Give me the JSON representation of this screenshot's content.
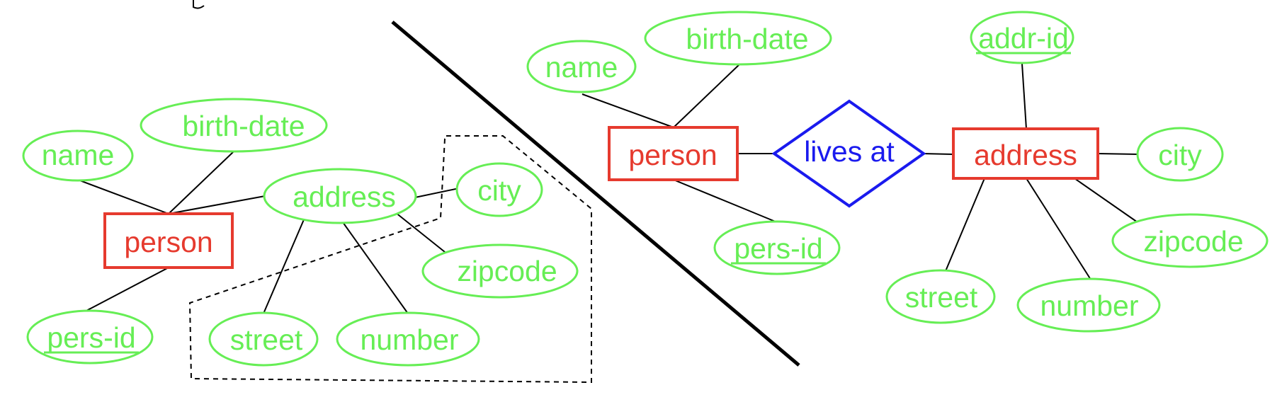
{
  "colors": {
    "attribute": "#66ee55",
    "entity": "#e63a2e",
    "relationship": "#1a1aee",
    "line": "#000000"
  },
  "left": {
    "attributes": {
      "name": "name",
      "birth_date": "birth-date",
      "address": "address",
      "city": "city",
      "zipcode": "zipcode",
      "street": "street",
      "number": "number",
      "pers_id": "pers-id"
    },
    "entity_person": "person"
  },
  "right": {
    "attributes": {
      "name": "name",
      "birth_date": "birth-date",
      "pers_id": "pers-id",
      "addr_id": "addr-id",
      "city": "city",
      "zipcode": "zipcode",
      "street": "street",
      "number": "number"
    },
    "entity_person": "person",
    "entity_address": "address",
    "relationship": "lives at"
  }
}
